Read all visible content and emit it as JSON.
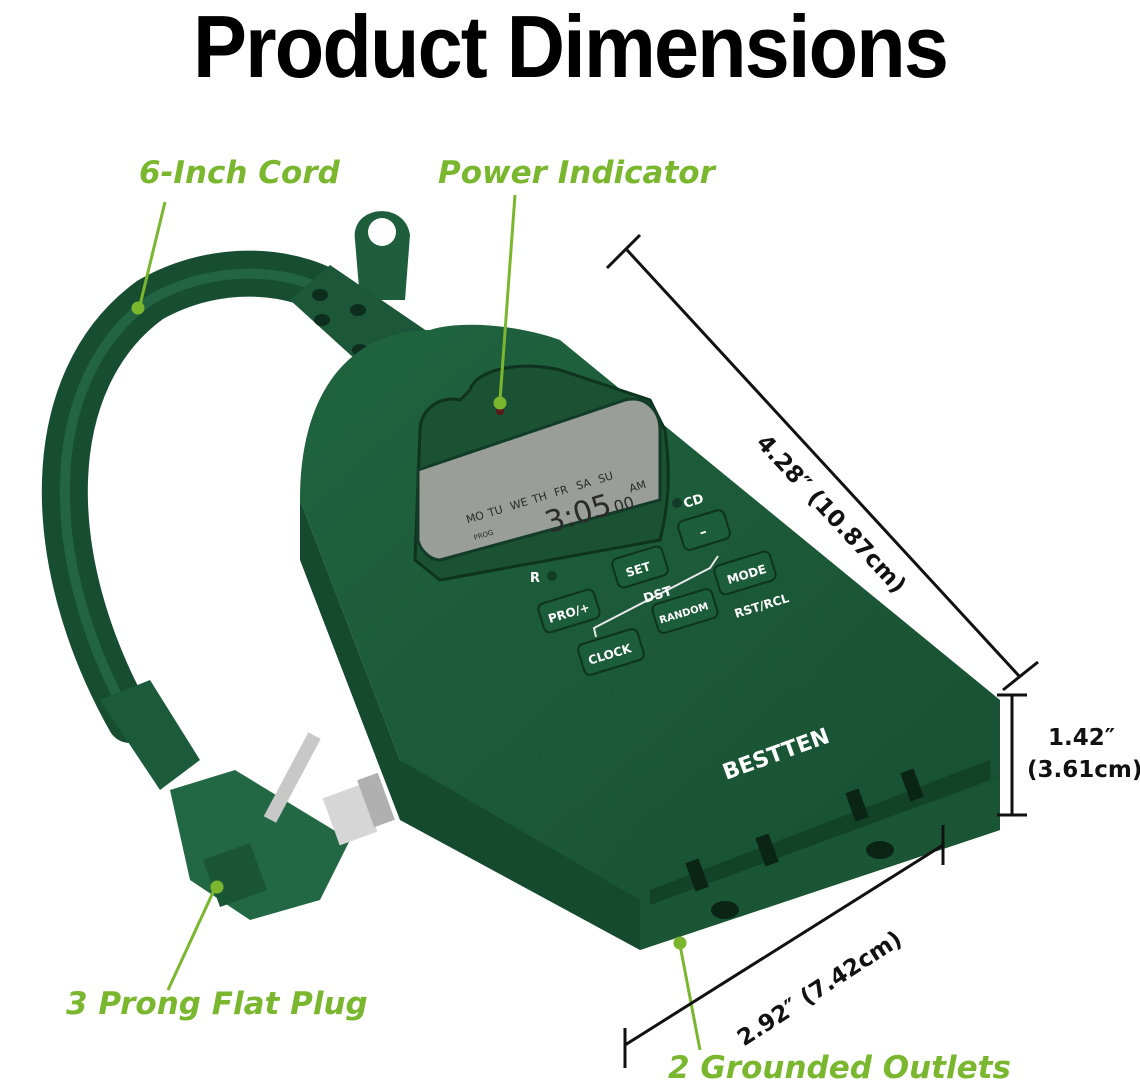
{
  "title": "Product Dimensions",
  "colors": {
    "callout": "#7ab72e",
    "device_body": "#1d5a3b",
    "device_dark": "#123c27",
    "lcd": "#9a9e98",
    "dimension_line": "#111111"
  },
  "callouts": {
    "cord": "6-Inch Cord",
    "power_indicator": "Power Indicator",
    "plug": "3 Prong Flat Plug",
    "outlets": "2 Grounded Outlets"
  },
  "dimensions": {
    "length": "4.28″ (10.87cm)",
    "height_in": "1.42″",
    "height_cm": "(3.61cm)",
    "width": "2.92″ (7.42cm)"
  },
  "device": {
    "brand": "BESTTEN",
    "lcd": {
      "days": [
        "MO",
        "TU",
        "WE",
        "TH",
        "FR",
        "SA",
        "SU"
      ],
      "time": "3:05",
      "seconds": "00",
      "ampm": "AM",
      "prog": "PROG"
    },
    "indicators": {
      "reset": "R",
      "countdown": "CD"
    },
    "buttons": {
      "minus": "–",
      "set": "SET",
      "mode": "MODE",
      "prog_plus": "PRO/+",
      "random": "RANDOM",
      "clock": "CLOCK"
    },
    "labels": {
      "dst": "DST",
      "rst_rcl": "RST/RCL"
    }
  }
}
